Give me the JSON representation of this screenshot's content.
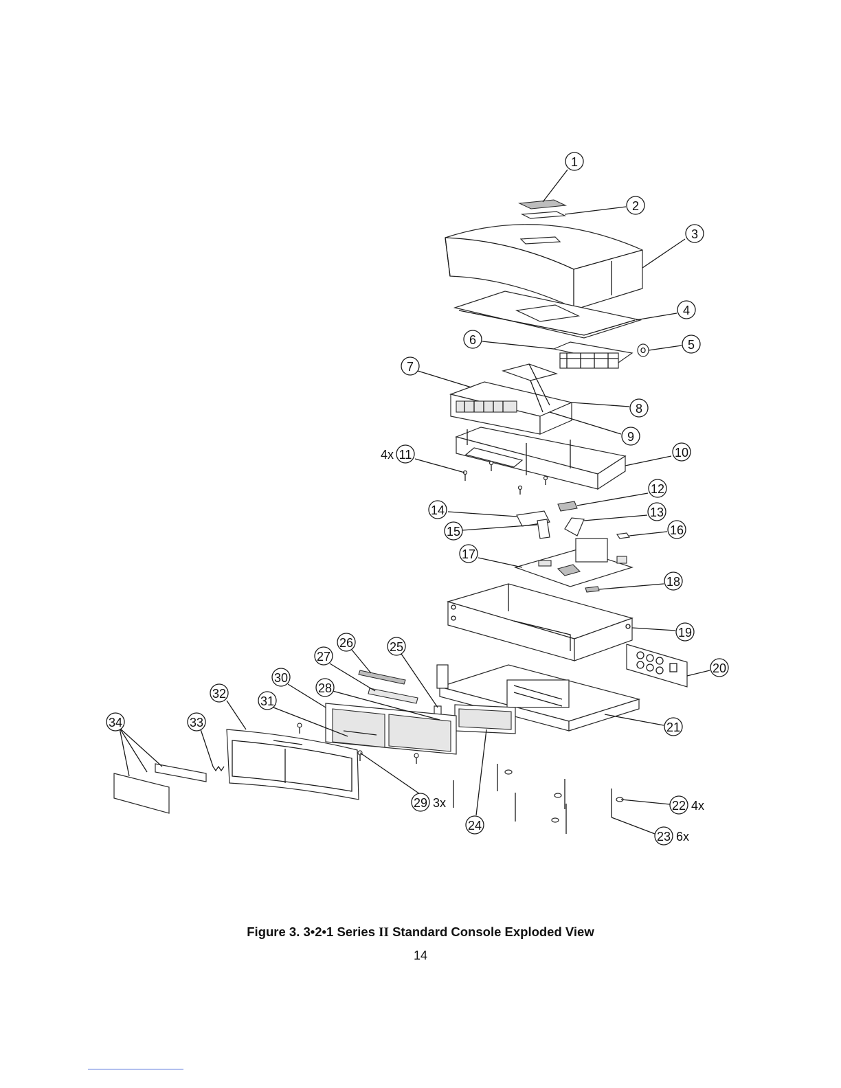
{
  "figure": {
    "caption_prefix": "Figure 3. 3•2•1 Series ",
    "caption_roman": "II",
    "caption_suffix": " Standard Console Exploded View",
    "page_number": "14"
  },
  "callouts": [
    {
      "label": "1"
    },
    {
      "label": "2"
    },
    {
      "label": "3"
    },
    {
      "label": "4"
    },
    {
      "label": "5"
    },
    {
      "label": "6"
    },
    {
      "label": "7"
    },
    {
      "label": "8"
    },
    {
      "label": "9"
    },
    {
      "label": "10"
    },
    {
      "label": "11",
      "qty": "4x"
    },
    {
      "label": "12"
    },
    {
      "label": "13"
    },
    {
      "label": "14"
    },
    {
      "label": "15"
    },
    {
      "label": "16"
    },
    {
      "label": "17"
    },
    {
      "label": "18"
    },
    {
      "label": "19"
    },
    {
      "label": "20"
    },
    {
      "label": "21"
    },
    {
      "label": "22",
      "qty": "4x"
    },
    {
      "label": "23",
      "qty": "6x"
    },
    {
      "label": "24"
    },
    {
      "label": "25"
    },
    {
      "label": "26"
    },
    {
      "label": "27"
    },
    {
      "label": "28"
    },
    {
      "label": "29",
      "qty": "3x"
    },
    {
      "label": "30"
    },
    {
      "label": "31"
    },
    {
      "label": "32"
    },
    {
      "label": "33"
    },
    {
      "label": "34"
    }
  ]
}
